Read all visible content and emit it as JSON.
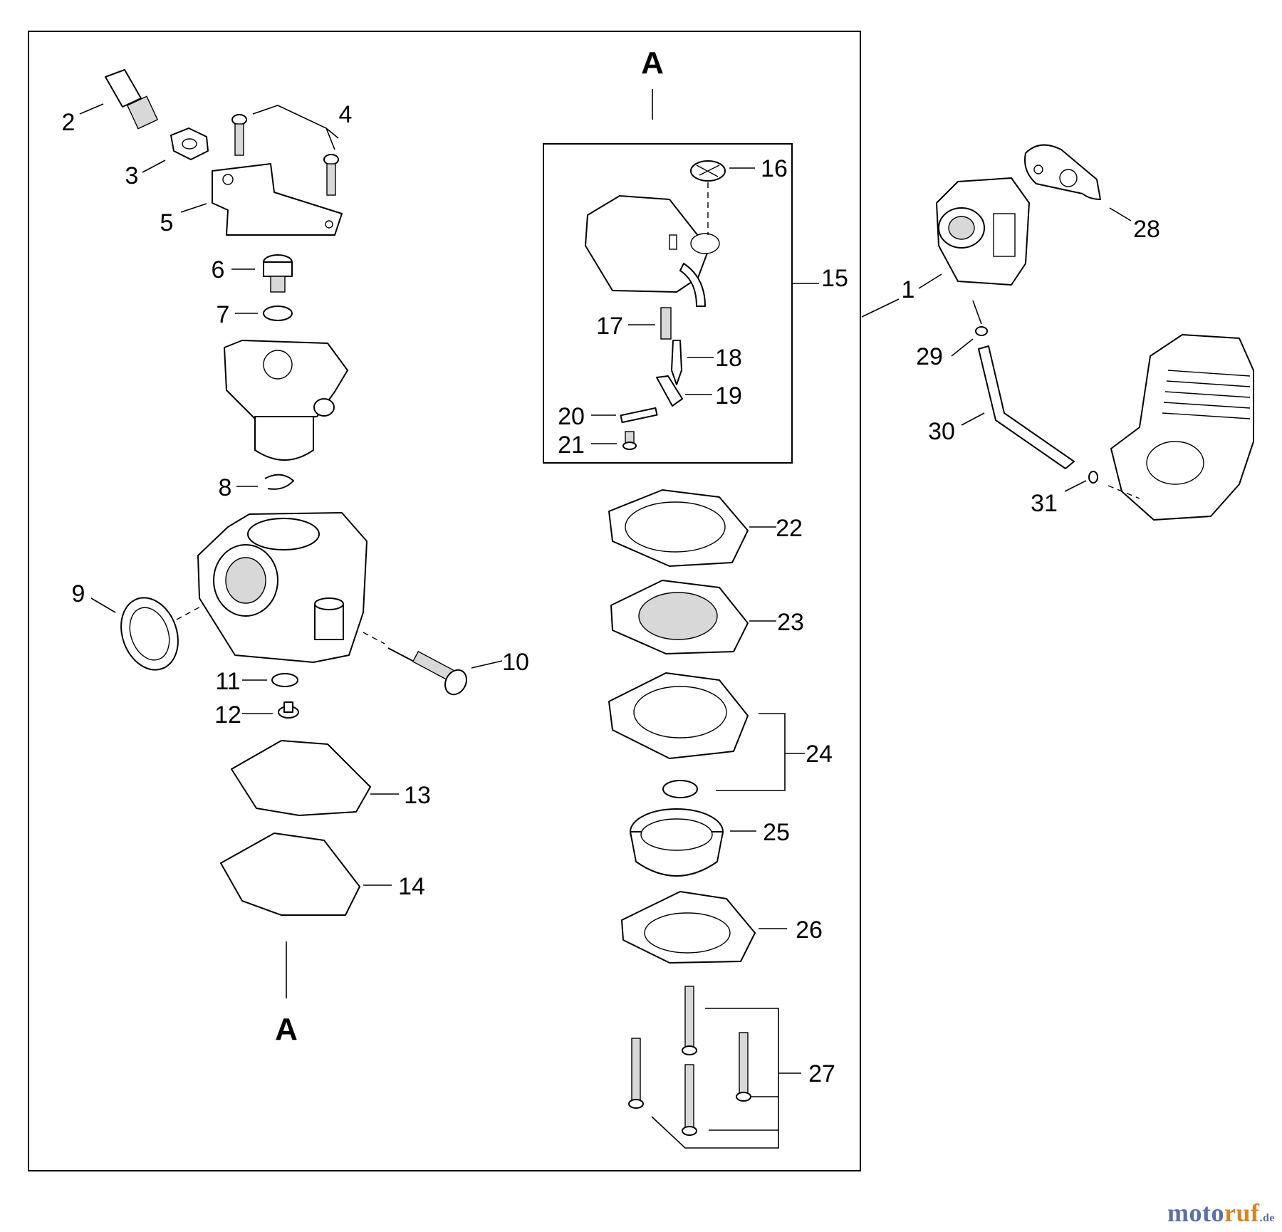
{
  "section_marks": {
    "top": "A",
    "bottom": "A"
  },
  "callouts": [
    "1",
    "2",
    "3",
    "4",
    "5",
    "6",
    "7",
    "8",
    "9",
    "10",
    "11",
    "12",
    "13",
    "14",
    "15",
    "16",
    "17",
    "18",
    "19",
    "20",
    "21",
    "22",
    "23",
    "24",
    "25",
    "26",
    "27",
    "28",
    "29",
    "30",
    "31"
  ],
  "watermark": {
    "part1": "moto",
    "part2": "ruf",
    "part3": ".de"
  }
}
